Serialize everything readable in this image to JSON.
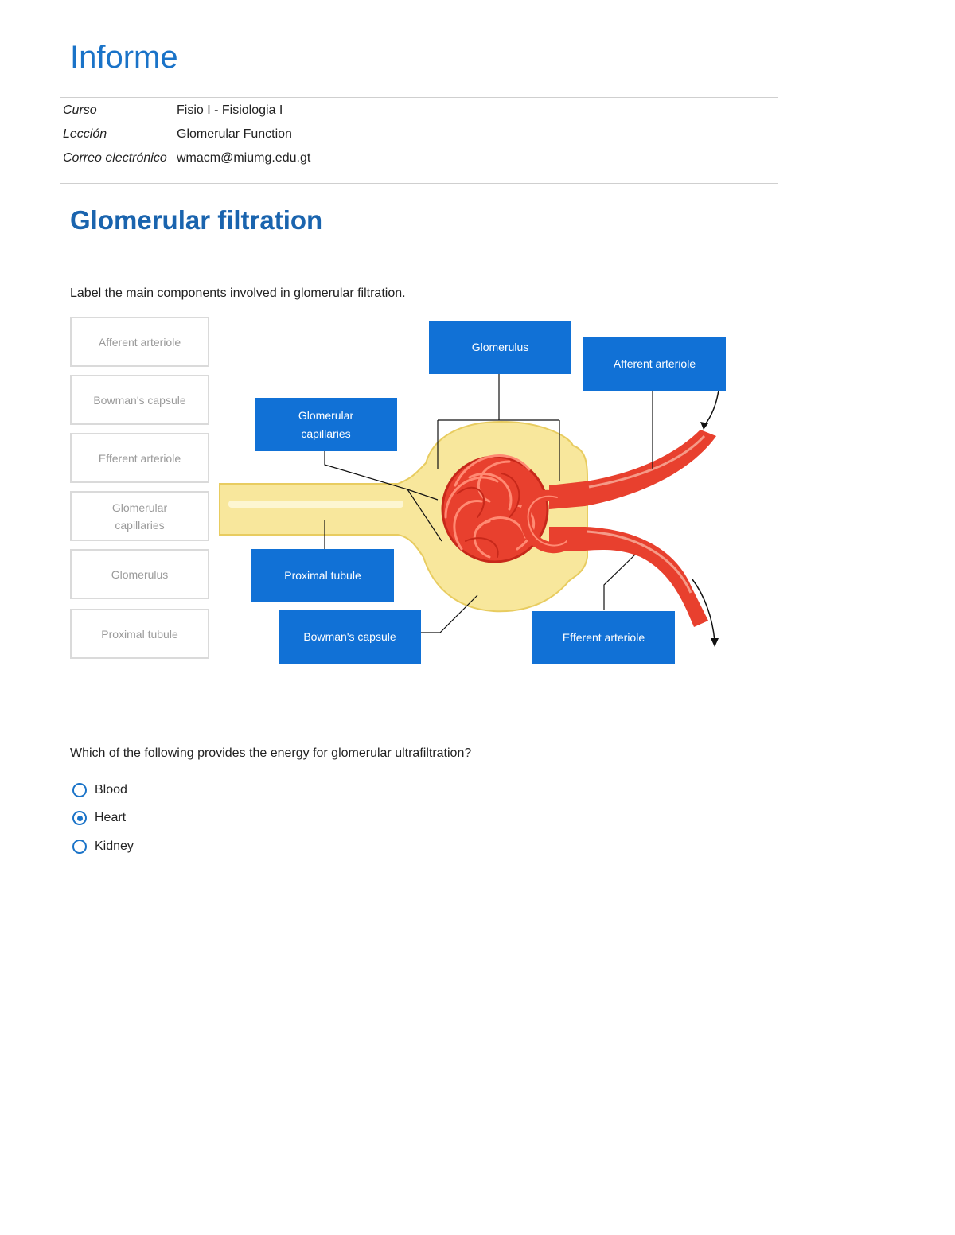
{
  "report": {
    "title": "Informe",
    "meta": [
      {
        "key": "Curso",
        "value": "Fisio I - Fisiologia I"
      },
      {
        "key": "Lección",
        "value": "Glomerular Function"
      },
      {
        "key": "Correo electrónico",
        "value": "wmacm@miumg.edu.gt"
      }
    ]
  },
  "section": {
    "title": "Glomerular filtration",
    "label_prompt": "Label the main components involved in glomerular filtration.",
    "word_bank": [
      "Afferent arteriole",
      "Bowman's capsule",
      "Efferent arteriole",
      "Glomerular capillaries",
      "Glomerulus",
      "Proximal tubule"
    ],
    "placed_labels": {
      "glomerulus": "Glomerulus",
      "afferent": "Afferent arteriole",
      "capillaries": "Glomerular capillaries",
      "proximal": "Proximal tubule",
      "bowman": "Bowman's capsule",
      "efferent": "Efferent arteriole"
    },
    "colors": {
      "label_bg": "#1171d6",
      "vessel": "#e8402e",
      "tubule": "#f8e79c",
      "accent": "#1a73c8"
    }
  },
  "question": {
    "text": "Which of the following provides the energy for glomerular ultrafiltration?",
    "options": [
      {
        "label": "Blood",
        "selected": false
      },
      {
        "label": "Heart",
        "selected": true
      },
      {
        "label": "Kidney",
        "selected": false
      }
    ]
  }
}
